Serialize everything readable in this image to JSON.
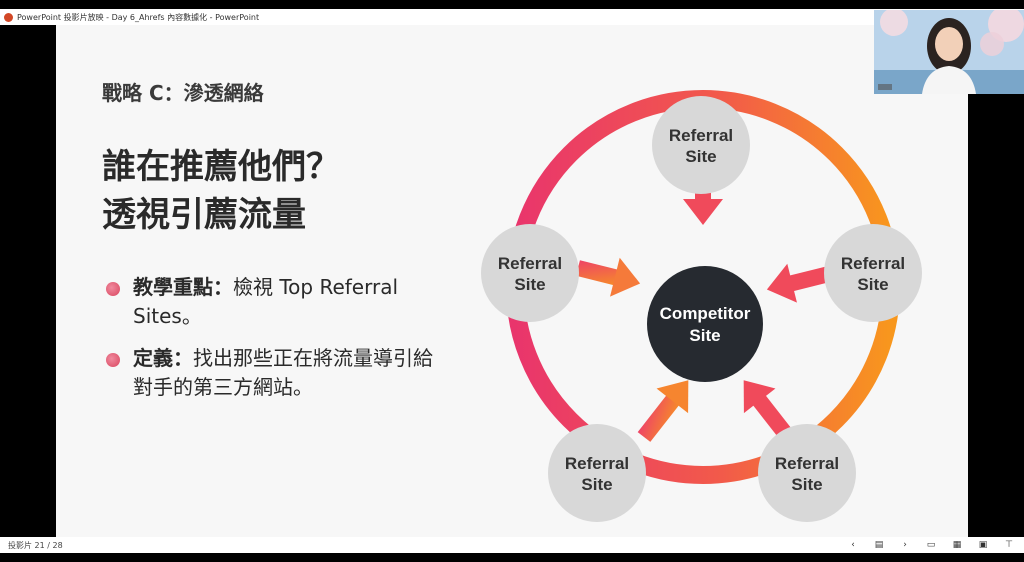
{
  "window": {
    "title": "PowerPoint 投影片放映 - Day 6_Ahrefs 內容數據化 - PowerPoint"
  },
  "slide": {
    "kicker": "戰略 C：滲透網絡",
    "headline_line1": "誰在推薦他們？",
    "headline_line2": "透視引薦流量",
    "bullets": [
      {
        "label": "教學重點：",
        "text": "檢視 Top Referral Sites。"
      },
      {
        "label": "定義：",
        "text": "找出那些正在將流量導引給對手的第三方網站。"
      }
    ],
    "diagram": {
      "center_label_line1": "Competitor",
      "center_label_line2": "Site",
      "nodes": [
        {
          "line1": "Referral",
          "line2": "Site"
        },
        {
          "line1": "Referral",
          "line2": "Site"
        },
        {
          "line1": "Referral",
          "line2": "Site"
        },
        {
          "line1": "Referral",
          "line2": "Site"
        },
        {
          "line1": "Referral",
          "line2": "Site"
        }
      ],
      "colors": {
        "ring_pink": "#ec3b6b",
        "ring_orange": "#f7941d",
        "node_fill": "#d9d9d9",
        "center_fill": "#262a30"
      }
    }
  },
  "status": {
    "slide_counter": "投影片 21 / 28"
  },
  "toolbar_icons": [
    "prev-icon",
    "notes-icon",
    "next-icon",
    "normal-view-icon",
    "slide-sorter-icon",
    "reading-view-icon",
    "presenter-view-icon"
  ]
}
